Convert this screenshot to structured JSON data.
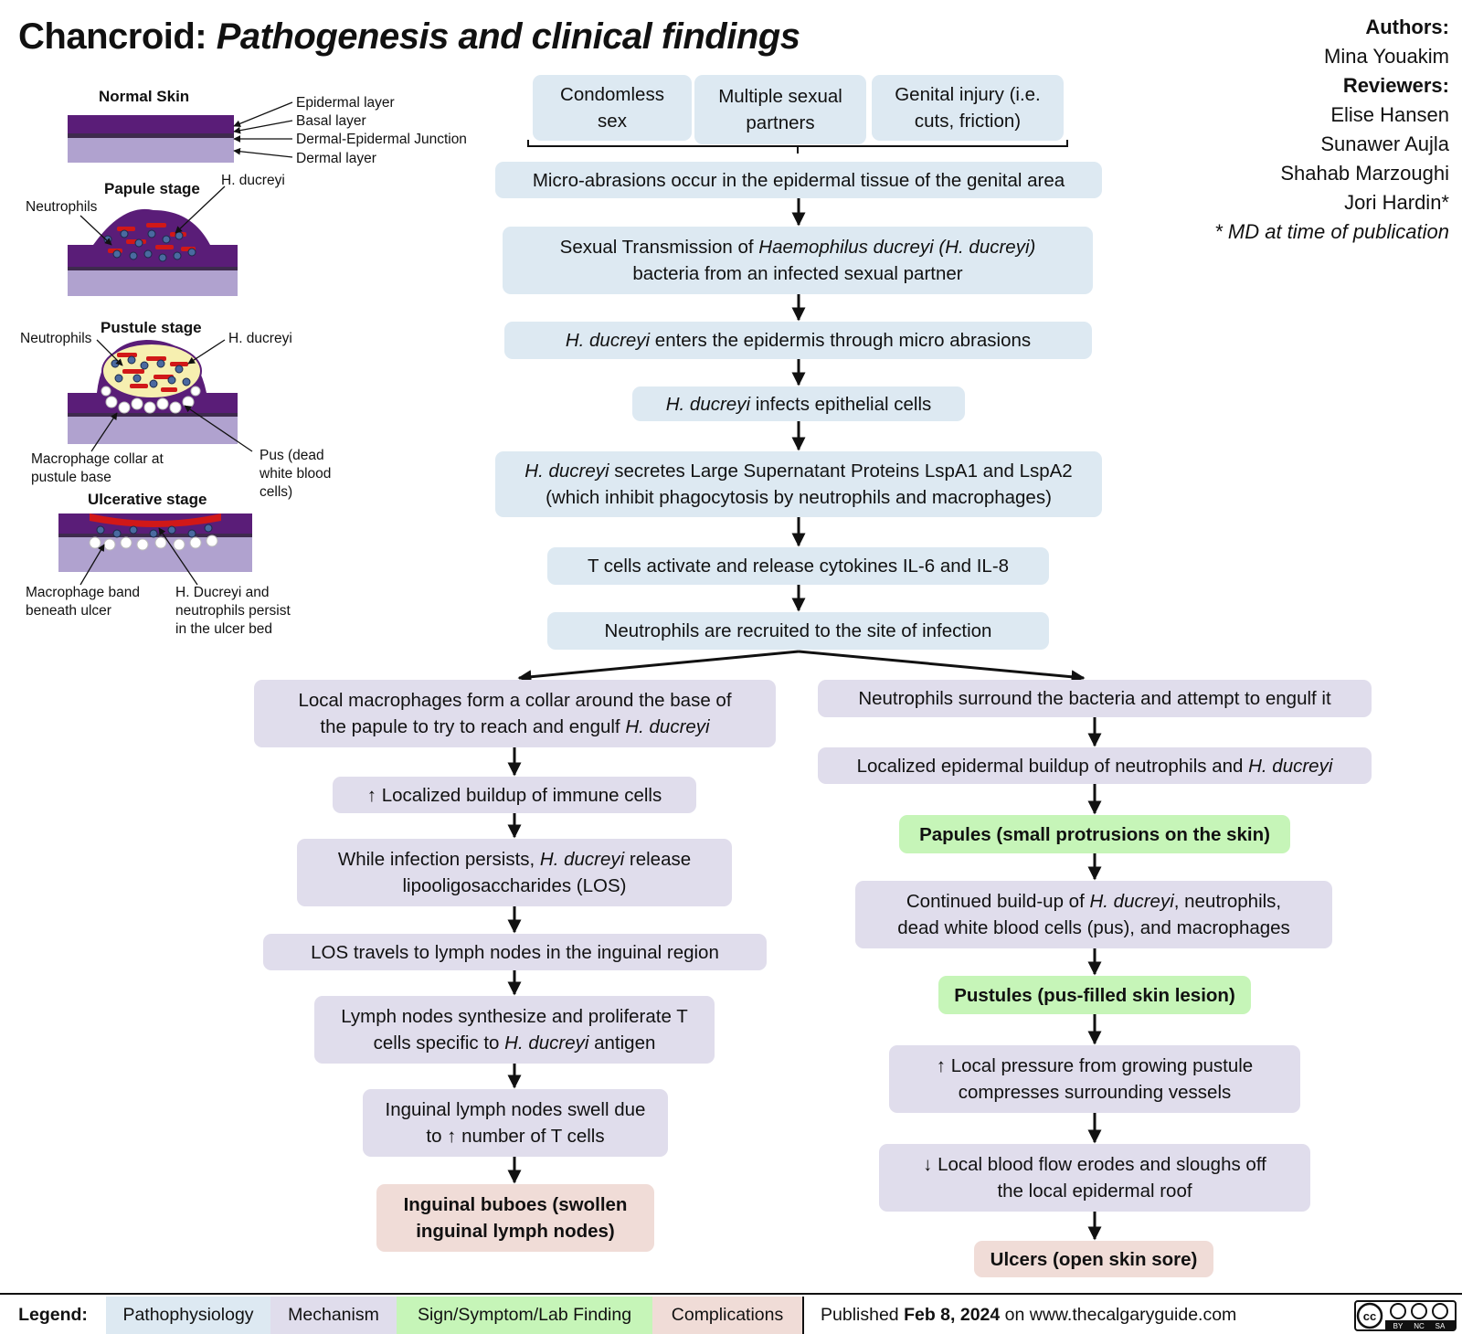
{
  "title": {
    "main": "Chancroid:",
    "sub": "Pathogenesis and clinical findings"
  },
  "credits": {
    "authors_label": "Authors:",
    "author": "Mina Youakim",
    "reviewers_label": "Reviewers:",
    "reviewers": [
      "Elise Hansen",
      "Sunawer Aujla",
      "Shahab Marzoughi",
      "Jori Hardin*"
    ],
    "note": "* MD at time of publication"
  },
  "skin_diagram": {
    "normal_skin": "Normal Skin",
    "epidermal_layer": "Epidermal layer",
    "basal_layer": "Basal layer",
    "junction": "Dermal-Epidermal Junction",
    "dermal_layer": "Dermal layer",
    "papule_stage": "Papule stage",
    "papule_neutrophils": "Neutrophils",
    "papule_hducreyi": "H. ducreyi",
    "pustule_stage": "Pustule stage",
    "pustule_neutrophils": "Neutrophils",
    "pustule_hducreyi": "H. ducreyi",
    "macrophage_collar_1": "Macrophage collar at",
    "macrophage_collar_2": "pustule base",
    "pus_1": "Pus (dead",
    "pus_2": "white blood",
    "pus_3": "cells)",
    "ulcerative_stage": "Ulcerative stage",
    "macrophage_band_1": "Macrophage band",
    "macrophage_band_2": "beneath ulcer",
    "ulcer_bed_1": "H. Ducreyi and",
    "ulcer_bed_2": "neutrophils persist",
    "ulcer_bed_3": "in the ulcer bed"
  },
  "risks": {
    "condomless_1": "Condomless",
    "condomless_2": "sex",
    "multiple_1": "Multiple sexual",
    "multiple_2": "partners",
    "injury_1": "Genital injury (i.e.",
    "injury_2": "cuts, friction)"
  },
  "main_flow": {
    "micro_abrasions": "Micro-abrasions occur in the epidermal tissue of the genital area",
    "transmission_a": "Sexual Transmission of ",
    "transmission_b": "Haemophilus ducreyi (H. ducreyi)",
    "transmission_c": "bacteria from an infected sexual partner",
    "enters_a": "H. ducreyi",
    "enters_b": " enters the epidermis through micro abrasions",
    "infects_a": "H. ducreyi",
    "infects_b": " infects epithelial cells",
    "secretes_a": "H. ducreyi",
    "secretes_b": " secretes Large Supernatant Proteins LspA1 and LspA2",
    "secretes_c": "(which inhibit phagocytosis by neutrophils and macrophages)",
    "tcells": "T cells activate and release cytokines IL-6 and IL-8",
    "recruited": "Neutrophils are recruited to the site of infection"
  },
  "left_branch": {
    "collar_a": "Local macrophages form a collar around the base of",
    "collar_b": "the papule to try to reach and engulf ",
    "collar_c": "H. ducreyi",
    "buildup": "↑ Localized buildup of immune cells",
    "los_a": "While infection persists, ",
    "los_b": "H. ducreyi",
    "los_c": " release",
    "los_d": "lipooligosaccharides (LOS)",
    "los_travels": "LOS travels to lymph nodes in the inguinal region",
    "synth_a": "Lymph nodes synthesize and proliferate T",
    "synth_b": "cells specific to ",
    "synth_c": "H. ducreyi",
    "synth_d": " antigen",
    "swell_a": "Inguinal lymph nodes swell due",
    "swell_b": "to ↑ number of T cells",
    "buboes_a": "Inguinal buboes (swollen",
    "buboes_b": "inguinal lymph nodes)"
  },
  "right_branch": {
    "surround": "Neutrophils surround the bacteria and attempt to engulf it",
    "buildup_a": "Localized epidermal buildup of neutrophils and ",
    "buildup_b": "H. ducreyi",
    "papules": "Papules (small protrusions on the skin)",
    "continued_a": "Continued build-up of ",
    "continued_b": "H. ducreyi",
    "continued_c": ", neutrophils,",
    "continued_d": "dead white blood cells (pus), and macrophages",
    "pustules": "Pustules (pus-filled skin lesion)",
    "pressure_a": "↑ Local pressure from growing pustule",
    "pressure_b": "compresses surrounding vessels",
    "bloodflow_a": "↓ Local blood flow erodes and sloughs off",
    "bloodflow_b": "the local epidermal roof",
    "ulcers": "Ulcers (open skin sore)"
  },
  "legend": {
    "label": "Legend:",
    "pathophysiology": "Pathophysiology",
    "mechanism": "Mechanism",
    "sign": "Sign/Symptom/Lab Finding",
    "complications": "Complications"
  },
  "published": {
    "prefix": "Published ",
    "date": "Feb 8, 2024",
    "suffix": " on www.thecalgaryguide.com"
  },
  "license": {
    "cc": "cc",
    "by": "BY",
    "nc": "NC",
    "sa": "SA"
  },
  "colors": {
    "pathophysiology": "#dde9f2",
    "mechanism": "#e0ddec",
    "sign": "#c6f5b8",
    "complications": "#f0dcd7",
    "epidermis": "#5a1d78",
    "dermis": "#b0a2cf"
  }
}
